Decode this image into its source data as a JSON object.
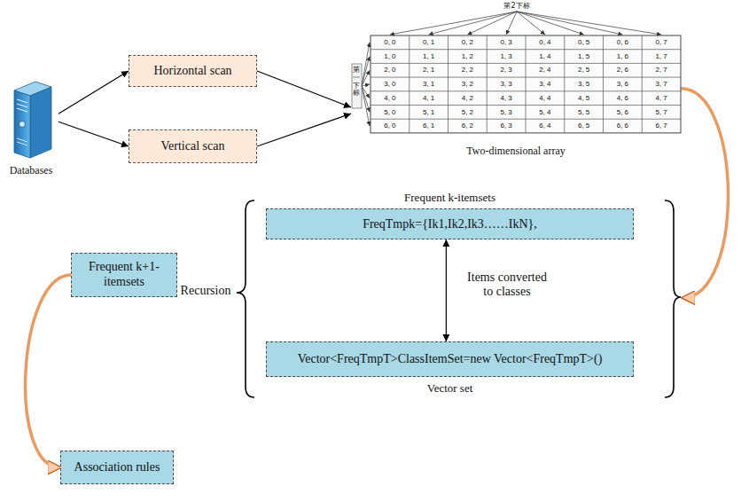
{
  "diagram": {
    "nodes": [
      {
        "text": [
          "Databases"
        ]
      },
      {
        "text": [
          "Horizontal scan"
        ]
      },
      {
        "text": [
          "Vertical scan"
        ]
      },
      {
        "text": [
          "Two-dimensional array"
        ]
      },
      {
        "text": []
      },
      {
        "text": [
          "Frequent k+1-itemsets"
        ],
        "in": 4
      },
      {
        "text": [
          "Frequent k-itemsets",
          "FreqTmpk={Ik1,Ik2,Ik3……IkN},"
        ],
        "in": 4
      },
      {
        "text": [
          "Vector<FreqTmpT>ClassItemSet=new Vector<FreqTmpT>()",
          "Vector set"
        ],
        "in": 4
      },
      {
        "text": [
          "Association rules"
        ]
      }
    ],
    "edges": [
      {
        "from": 0,
        "to": 1,
        "arrow": "to"
      },
      {
        "from": 0,
        "to": 2,
        "arrow": "to"
      },
      {
        "from": 1,
        "to": 3,
        "arrow": "to"
      },
      {
        "from": 2,
        "to": 3,
        "arrow": "to"
      },
      {
        "from": 3,
        "to": 4,
        "arrow": "to"
      },
      {
        "from": 6,
        "to": 7,
        "arrow": "both"
      },
      {
        "from": 5,
        "to": 8,
        "arrow": "to"
      }
    ],
    "labels": [
      "Recursion",
      "Items converted to classes",
      "第2下标",
      "第一下标",
      "0, 0",
      "0, 1",
      "0, 2",
      "0, 3",
      "0, 4",
      "0, 5",
      "0, 6",
      "0, 7",
      "1, 0",
      "1, 1",
      "1, 2",
      "1, 3",
      "1, 4",
      "1, 5",
      "1, 6",
      "1, 7",
      "2, 0",
      "2, 1",
      "2, 2",
      "2, 3",
      "2, 4",
      "2, 5",
      "2, 6",
      "2, 7",
      "3, 0",
      "3, 1",
      "3, 2",
      "3, 3",
      "3, 4",
      "3, 5",
      "3, 6",
      "3, 7",
      "4, 0",
      "4, 1",
      "4, 2",
      "4, 3",
      "4, 4",
      "4, 5",
      "4, 6",
      "4, 7",
      "5, 0",
      "5, 1",
      "5, 2",
      "5, 3",
      "5, 4",
      "5, 5",
      "5, 6",
      "5, 7",
      "6, 0",
      "6, 1",
      "6, 2",
      "6, 3",
      "6, 4",
      "6, 5",
      "6, 6",
      "6, 7"
    ]
  }
}
